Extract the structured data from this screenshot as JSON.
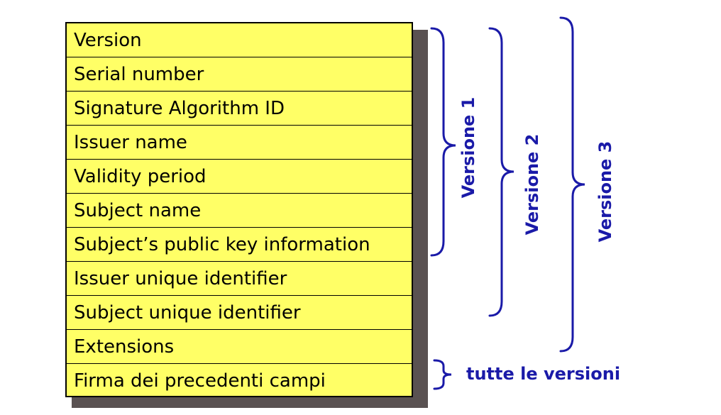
{
  "fields": [
    "Version",
    "Serial number",
    "Signature Algorithm ID",
    "Issuer name",
    "Validity period",
    "Subject name",
    "Subject’s public key information",
    "Issuer unique identifier",
    "Subject unique identifier",
    "Extensions",
    "Firma dei precedenti campi"
  ],
  "groups": {
    "v1": "Versione 1",
    "v2": "Versione 2",
    "v3": "Versione 3",
    "all": "tutte le versioni"
  },
  "colors": {
    "field_fill": "#ffff66",
    "label_blue": "#1a1aa8",
    "shadow": "#5a5252"
  }
}
